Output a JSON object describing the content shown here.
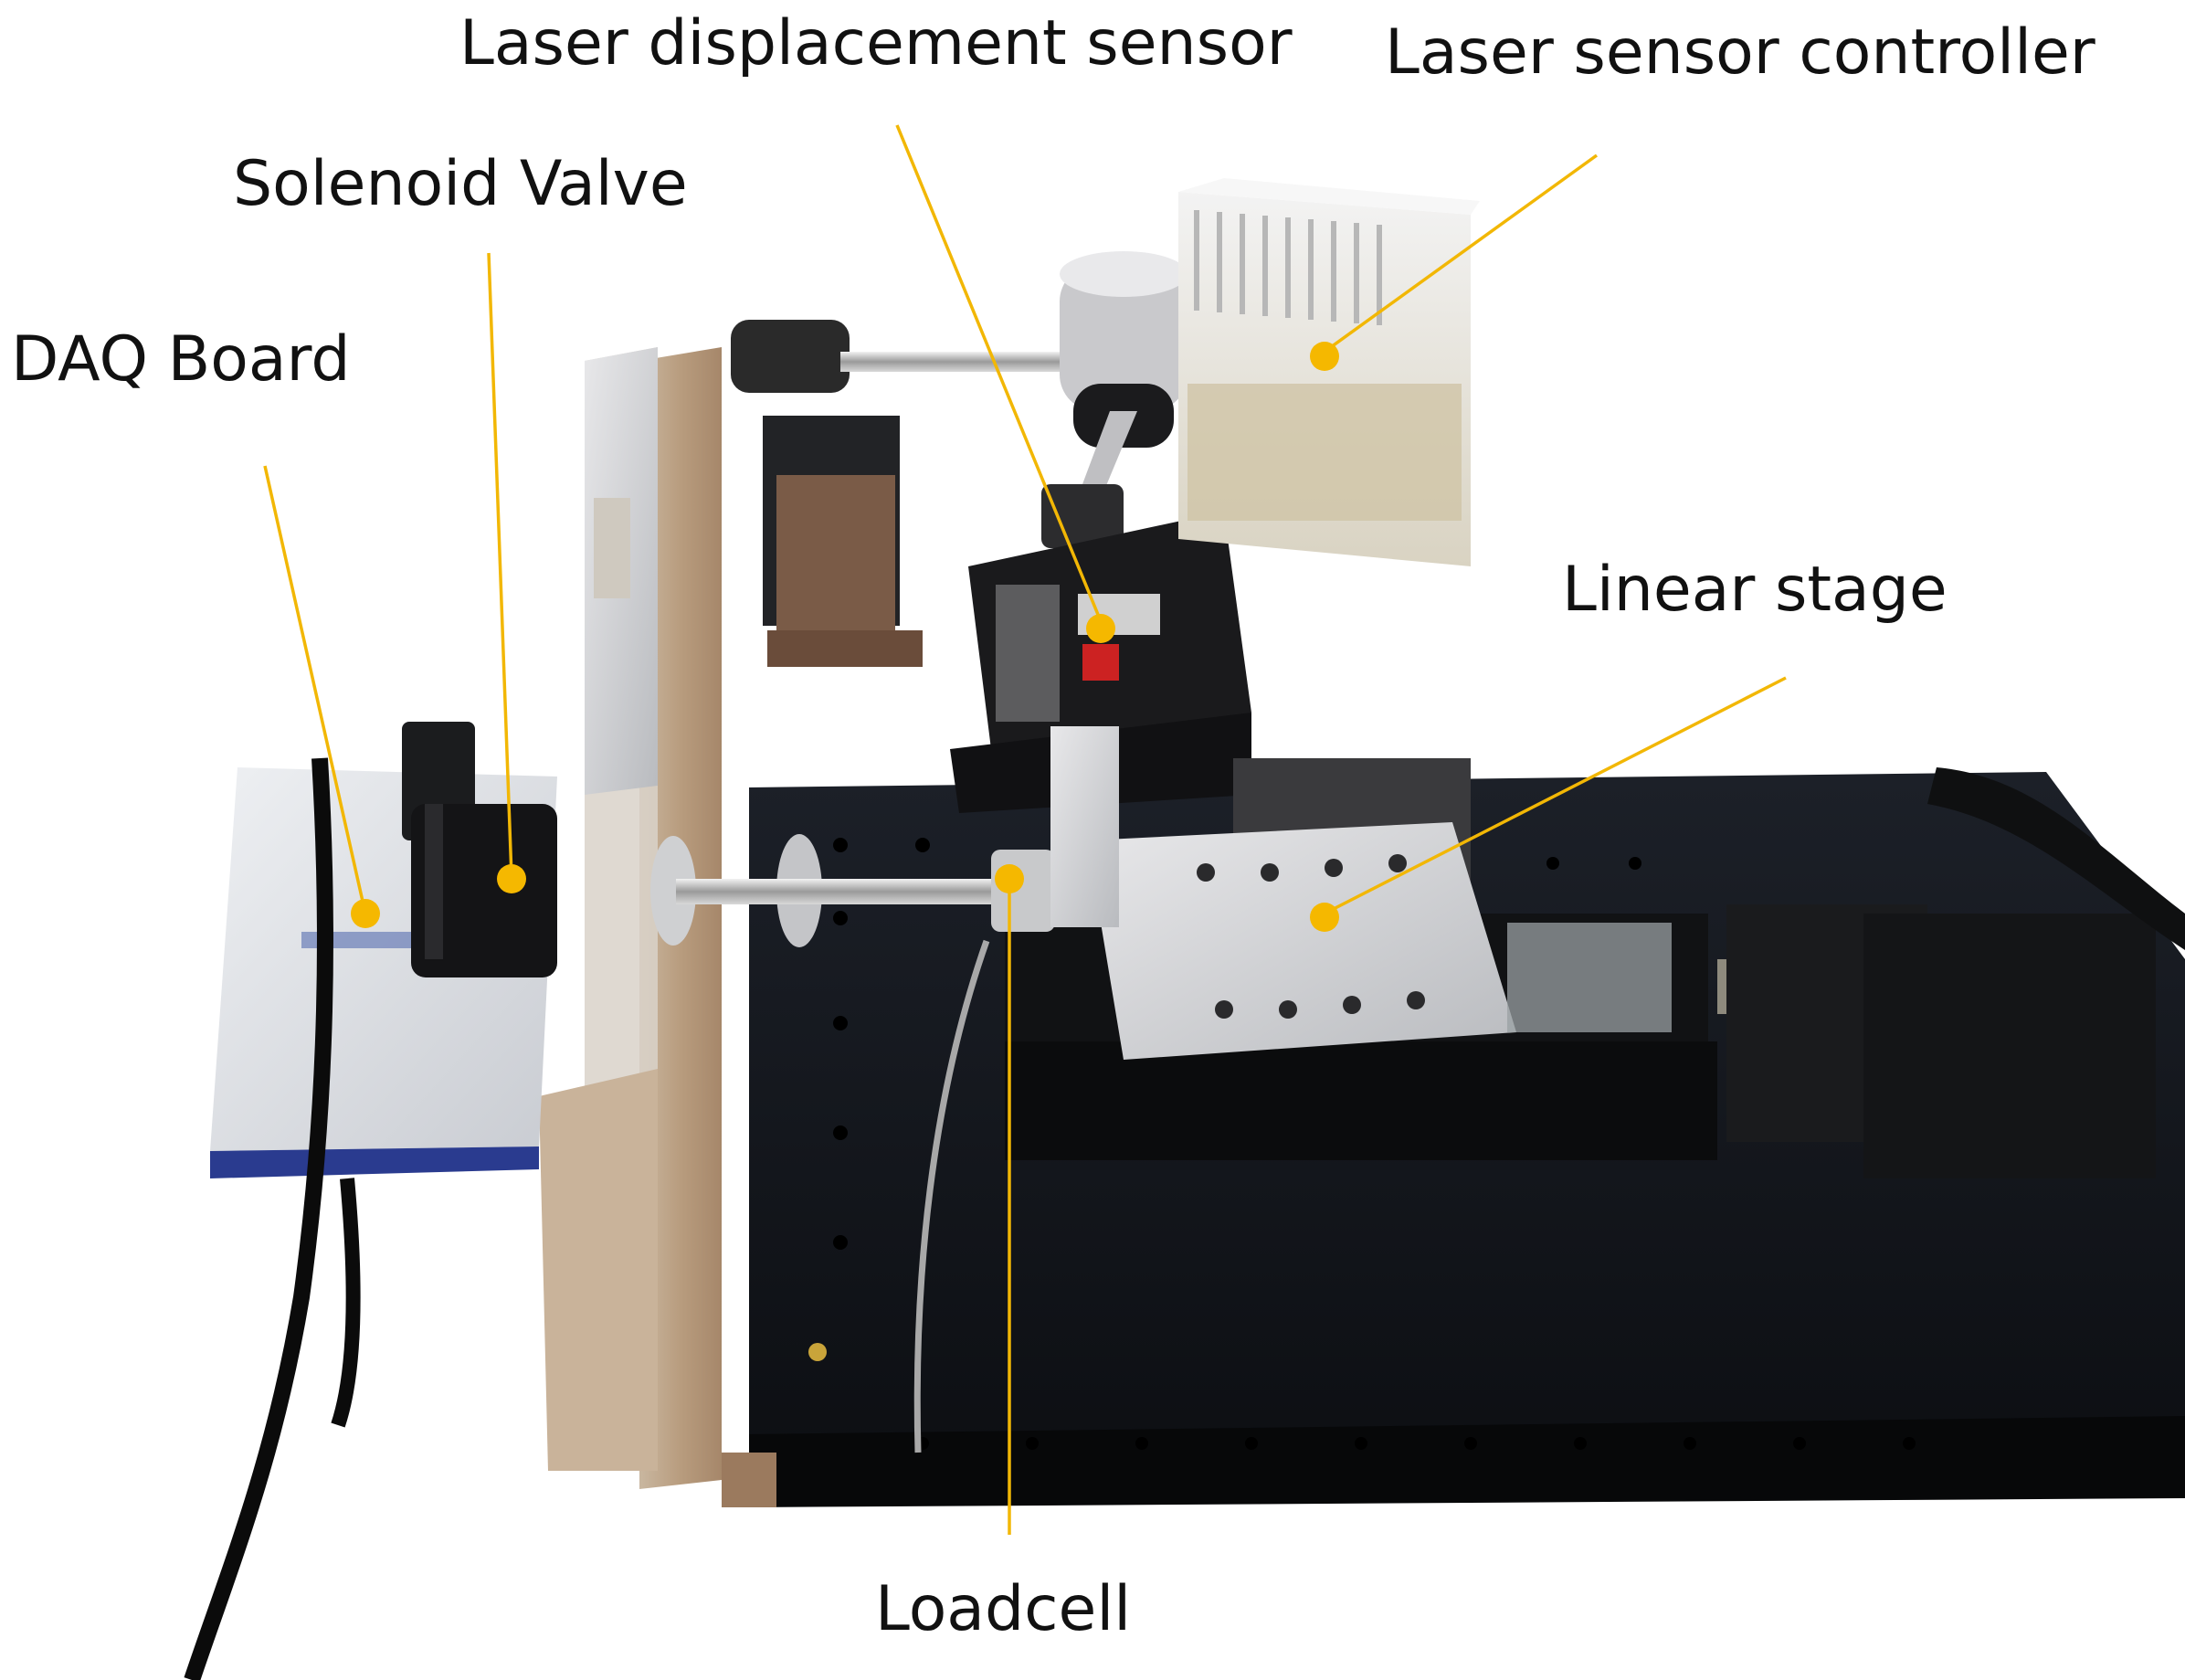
{
  "figure": {
    "labels": {
      "laser_displacement_sensor": "Laser displacement sensor",
      "laser_sensor_controller": "Laser sensor controller",
      "solenoid_valve": "Solenoid Valve",
      "daq_board": "DAQ Board",
      "linear_stage": "Linear stage",
      "loadcell": "Loadcell"
    },
    "colors": {
      "leader_line": "#f2b705",
      "marker_dot": "#f5b800",
      "label_text": "#111111",
      "background": "#ffffff"
    }
  }
}
